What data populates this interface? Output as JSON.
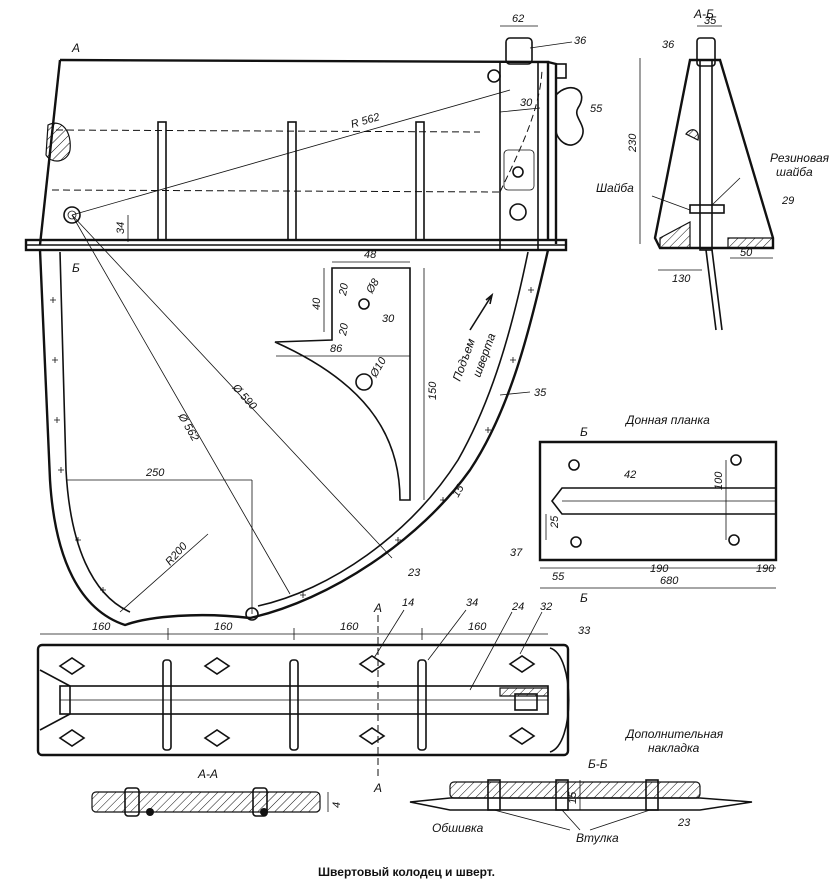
{
  "caption": "Швертовый колодец и шверт.",
  "section_labels": {
    "a": "А",
    "b": "Б",
    "ab": "А-Б",
    "aa": "А-А",
    "bb": "Б-Б"
  },
  "text_labels": {
    "rezin_1": "Резиновая",
    "rezin_2": "шайба",
    "shayba": "Шайба",
    "donnaya": "Донная планка",
    "podem_1": "Подъем",
    "podem_2": "шверта",
    "dop_1": "Дополнительная",
    "dop_2": "накладка",
    "obshivka": "Обшивка",
    "vtulka": "Втулка"
  },
  "part_numbers": {
    "p36a": "36",
    "p36b": "36",
    "p55": "55",
    "p35": "35",
    "p23a": "23",
    "p23b": "23",
    "p29": "29",
    "p42": "42",
    "p37": "37",
    "p14": "14",
    "p34": "34",
    "p24": "24",
    "p32": "32",
    "p33": "33"
  },
  "dimensions": {
    "d62": "62",
    "d30a": "30",
    "r562": "R 562",
    "d34a": "34",
    "d48": "48",
    "d40": "40",
    "d20a": "20",
    "phi8": "Ø8",
    "d20b": "20",
    "d30b": "30",
    "d86": "86",
    "phi10": "Ø10",
    "d150": "150",
    "phi590": "Ø 590",
    "phi562": "Ø 562",
    "d250": "250",
    "r200": "R200",
    "d15": "15",
    "d35": "35",
    "d230": "230",
    "d130": "130",
    "d50": "50",
    "d100": "100",
    "d25": "25",
    "d55": "55",
    "d190a": "190",
    "d680": "680",
    "d190b": "190",
    "d160a": "160",
    "d160b": "160",
    "d160c": "160",
    "d160d": "160",
    "d4": "4",
    "d15b": "15"
  }
}
